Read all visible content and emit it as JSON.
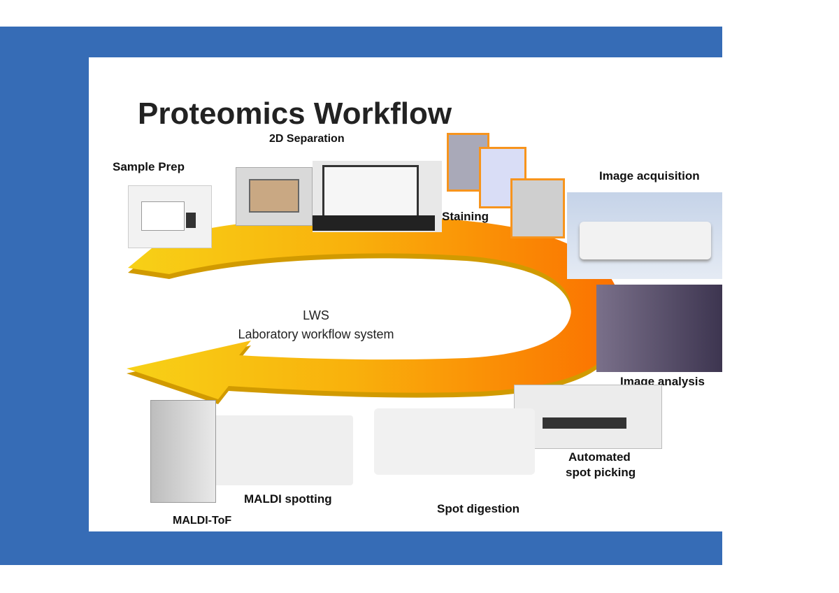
{
  "slide": {
    "title": "Proteomics Workflow",
    "center_title": "LWS",
    "center_subtitle": "Laboratory workflow system",
    "colors": {
      "frame": "#366cb6",
      "arrow_start": "#f7d117",
      "arrow_end": "#fb7000",
      "arrow_edge": "#c9a100"
    }
  },
  "steps": {
    "sample_prep": "Sample Prep",
    "separation_2d": "2D Separation",
    "staining": "Staining",
    "image_acquisition": "Image acquisition",
    "image_analysis": "Image analysis",
    "automated_line1": "Automated",
    "automated_line2": "spot picking",
    "spot_digestion": "Spot digestion",
    "maldi_spotting": "MALDI spotting",
    "maldi_tof": "MALDI-ToF"
  }
}
